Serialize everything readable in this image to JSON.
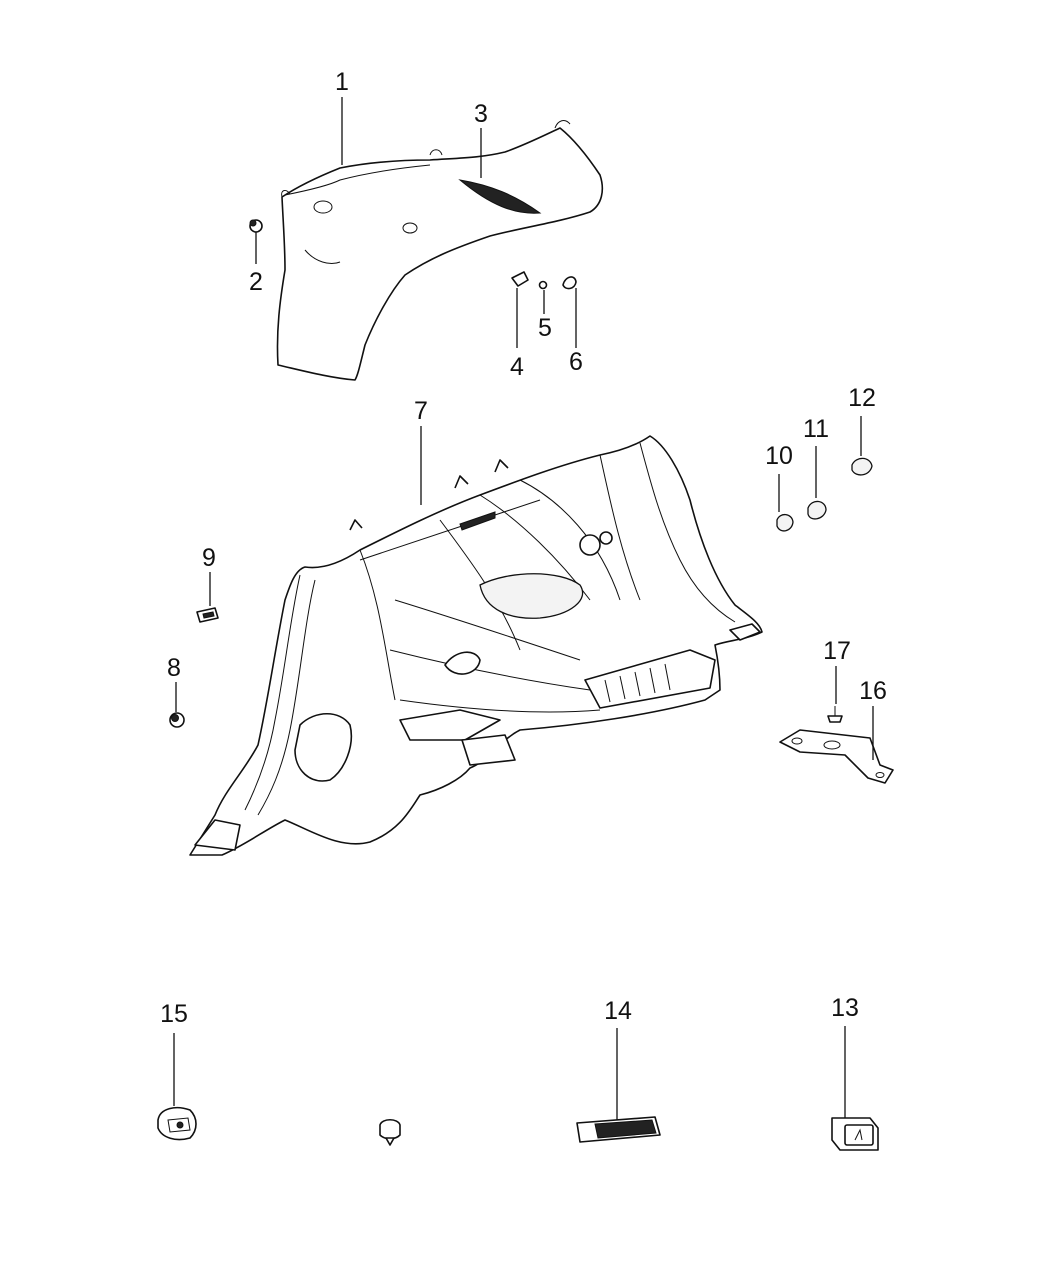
{
  "callouts": {
    "c1": "1",
    "c2": "2",
    "c3": "3",
    "c4": "4",
    "c5": "5",
    "c6": "6",
    "c7": "7",
    "c8": "8",
    "c9": "9",
    "c10": "10",
    "c11": "11",
    "c12": "12",
    "c13": "13",
    "c14": "14",
    "c15": "15",
    "c16": "16",
    "c17": "17"
  },
  "icons": {
    "upper_panel": "quarter-trim-upper-panel-icon",
    "lower_panel": "quarter-trim-lower-panel-icon",
    "bracket": "bracket-icon",
    "push_pin": "push-pin-icon",
    "retainer": "retainer-clip-icon",
    "cap": "cap-icon",
    "lamp": "lamp-icon",
    "power_outlet": "power-outlet-icon",
    "usb_port": "usb-port-icon"
  },
  "colors": {
    "line": "#111111",
    "background": "#ffffff"
  }
}
